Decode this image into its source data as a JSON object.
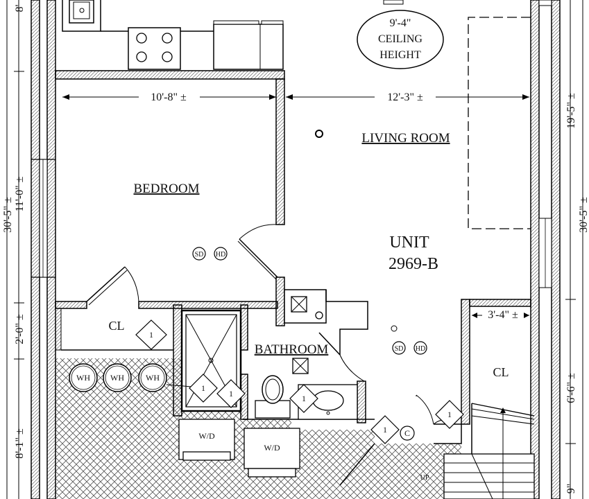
{
  "rooms": {
    "living_room": "LIVING ROOM",
    "bedroom": "BEDROOM",
    "bathroom": "BATHROOM",
    "closet_left": "CL",
    "closet_right": "CL"
  },
  "unit": {
    "line1": "UNIT",
    "line2": "2969-B"
  },
  "ceiling_note": {
    "line1": "9'-4\"",
    "line2": "CEILING",
    "line3": "HEIGHT"
  },
  "dimensions": {
    "bedroom_width": "10'-8\" ±",
    "living_width": "12'-3\" ±",
    "closet_width": "3'-4\" ±",
    "left_top": "8'",
    "left_11": "11'-0\" ±",
    "left_30": "30'-5\" ±",
    "left_2": "2'-0\" ±",
    "left_8": "8'-1\" ±",
    "right_19": "19'-5\" ±",
    "right_30": "30'-5\" ±",
    "right_6": "6'-6\" ±",
    "right_bottom": "9\""
  },
  "fixtures": {
    "sd": "SD",
    "hd": "HD",
    "wh": "WH",
    "wd": "W/D",
    "tag": "1",
    "c": "C",
    "up": "UP"
  }
}
